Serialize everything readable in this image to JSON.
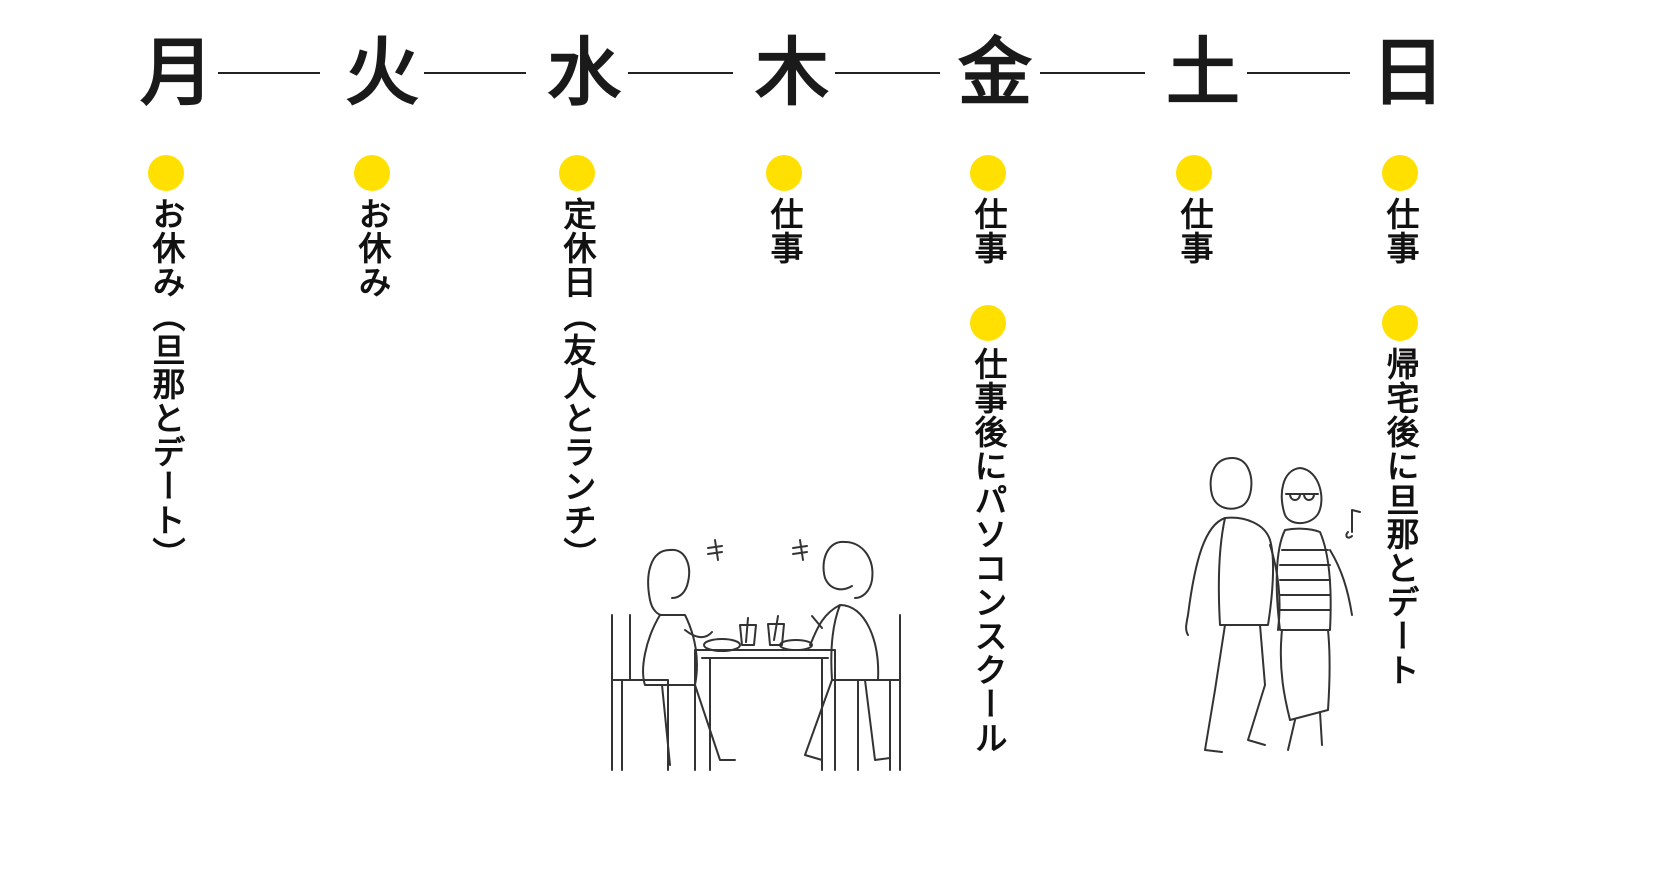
{
  "accent_color": "#FFE000",
  "days": [
    {
      "label": "月",
      "entries": [
        "お休み（旦那とデート）"
      ]
    },
    {
      "label": "火",
      "entries": [
        "お休み"
      ]
    },
    {
      "label": "水",
      "entries": [
        "定休日（友人とランチ）"
      ]
    },
    {
      "label": "木",
      "entries": [
        "仕事"
      ]
    },
    {
      "label": "金",
      "entries": [
        "仕事",
        "仕事後にパソコンスクール"
      ]
    },
    {
      "label": "土",
      "entries": [
        "仕事"
      ]
    },
    {
      "label": "日",
      "entries": [
        "仕事",
        "帰宅後に旦那とデート"
      ]
    }
  ]
}
